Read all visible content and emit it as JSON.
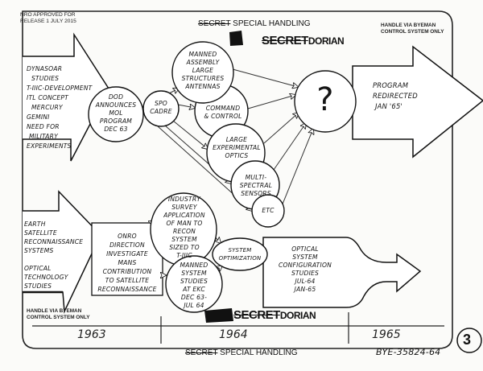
{
  "header": {
    "release_line1": "NRO APPROVED FOR",
    "release_line2": "RELEASE 1 JULY 2015",
    "classification_top_struck": "SECRET",
    "classification_top": "SPECIAL HANDLING",
    "stamp_top_struck": "SECRET",
    "stamp_top": "DORIAN",
    "handle_top_line1": "HANDLE VIA BYEMAN",
    "handle_top_line2": "CONTROL SYSTEM ONLY"
  },
  "diagram": {
    "inputs_upper": [
      "DYNASOAR",
      "STUDIES",
      "T-IIIC-DEVELOPMENT",
      "ITL CONCEPT",
      "MERCURY",
      "GEMINI",
      "NEED FOR",
      "MILITARY",
      "EXPERIMENTS"
    ],
    "dod": [
      "DOD",
      "ANNOUNCES",
      "MOL",
      "PROGRAM",
      "DEC 63"
    ],
    "spo": [
      "SPO",
      "CADRE"
    ],
    "manned_assembly": [
      "MANNED",
      "ASSEMBLY",
      "LARGE",
      "STRUCTURES",
      "ANTENNAS"
    ],
    "command_control": [
      "COMMAND",
      "& CONTROL"
    ],
    "large_optics": [
      "LARGE",
      "EXPERIMENTAL",
      "OPTICS"
    ],
    "multispectral": [
      "MULTI-",
      "SPECTRAL",
      "SENSORS"
    ],
    "etc": "ETC",
    "question": "?",
    "redirected": [
      "PROGRAM",
      "REDIRECTED",
      "JAN '65'"
    ],
    "inputs_lower": [
      "EARTH",
      "SATELLITE",
      "RECONNAISSANCE",
      "SYSTEMS",
      "",
      "OPTICAL",
      "TECHNOLOGY",
      "STUDIES"
    ],
    "onro": [
      "ONRO",
      "DIRECTION",
      "INVESTIGATE",
      "MANS",
      "CONTRIBUTION",
      "TO SATELLITE",
      "RECONNAISSANCE"
    ],
    "industry": [
      "INDUSTRY",
      "SURVEY",
      "APPLICATION",
      "OF MAN TO",
      "RECON",
      "SYSTEM",
      "SIZED TO",
      "T-IIIC"
    ],
    "manned_system": [
      "MANNED",
      "SYSTEM",
      "STUDIES",
      "AT EKC",
      "DEC 63-",
      "JUL 64"
    ],
    "optimization": [
      "SYSTEM",
      "OPTIMIZATION"
    ],
    "optical_config": [
      "OPTICAL",
      "SYSTEM",
      "CONFIGURATION",
      "STUDIES",
      "JUL-64",
      "JAN-65"
    ]
  },
  "footer": {
    "handle_bottom_line1": "HANDLE VIA BYEMAN",
    "handle_bottom_line2": "CONTROL SYSTEM ONLY",
    "stamp_bottom_struck": "SECRET",
    "stamp_bottom": "DORIAN",
    "years": [
      "1963",
      "1964",
      "1965"
    ],
    "classification_bottom_struck": "SECRET",
    "classification_bottom": "SPECIAL HANDLING",
    "page_number": "3",
    "control_number": "BYE-35824-64"
  }
}
